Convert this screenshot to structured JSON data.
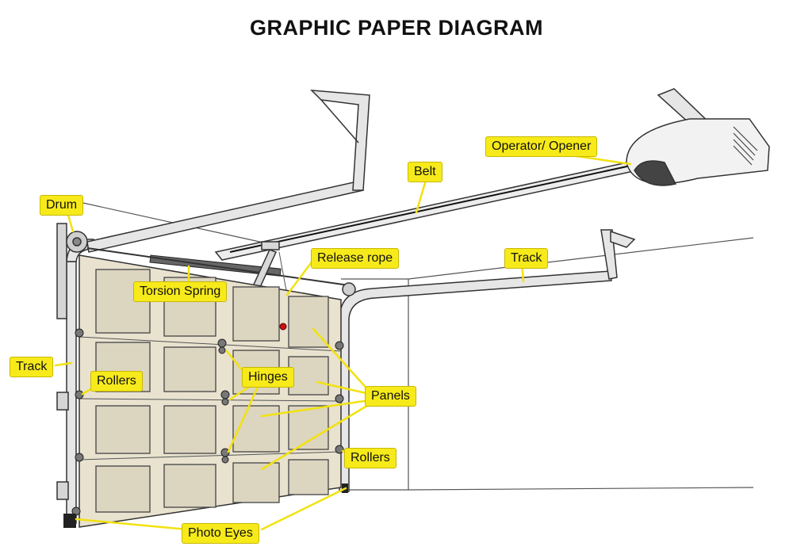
{
  "title": "GRAPHIC PAPER DIAGRAM",
  "colors": {
    "label_bg": "#f7ea1a",
    "door_fill": "#e8e2cf",
    "panel_fill": "#dcd5c0",
    "metal": "#e6e6e6",
    "outline": "#333333",
    "accent": "#cc1111"
  },
  "labels": {
    "drum": "Drum",
    "belt": "Belt",
    "operator": "Operator/ Opener",
    "release_rope": "Release rope",
    "track_right": "Track",
    "torsion_spring": "Torsion Spring",
    "track_left": "Track",
    "rollers_left": "Rollers",
    "hinges": "Hinges",
    "panels": "Panels",
    "rollers_right": "Rollers",
    "photo_eyes": "Photo Eyes"
  }
}
